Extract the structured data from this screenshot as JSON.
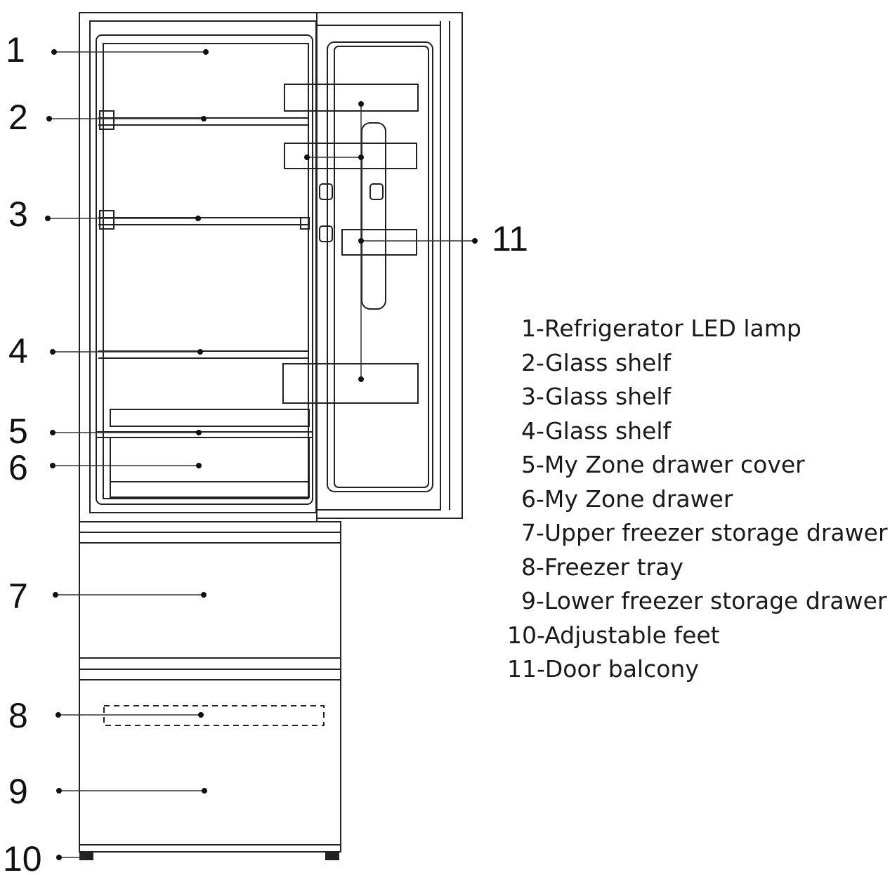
{
  "callouts": [
    "1",
    "2",
    "3",
    "4",
    "5",
    "6",
    "7",
    "8",
    "9",
    "10",
    "11"
  ],
  "legend": [
    "1-Refrigerator LED lamp",
    "2-Glass shelf",
    "3-Glass shelf",
    "4-Glass shelf",
    "5-My Zone drawer cover",
    "6-My Zone drawer",
    "7-Upper freezer storage drawer",
    "8-Freezer tray",
    "9-Lower freezer storage drawer",
    "10-Adjustable feet",
    "11-Door balcony"
  ]
}
